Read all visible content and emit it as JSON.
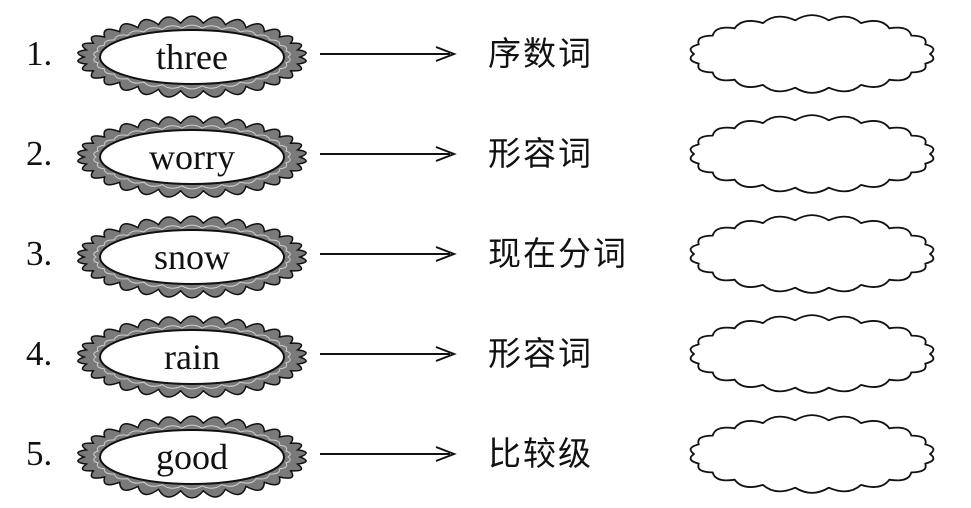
{
  "exercises": [
    {
      "number": "1.",
      "word": "three",
      "hint": "序数词",
      "answer": ""
    },
    {
      "number": "2.",
      "word": "worry",
      "hint": "形容词",
      "answer": ""
    },
    {
      "number": "3.",
      "word": "snow",
      "hint": "现在分词",
      "answer": ""
    },
    {
      "number": "4.",
      "word": "rain",
      "hint": "形容词",
      "answer": ""
    },
    {
      "number": "5.",
      "word": "good",
      "hint": "比较级",
      "answer": ""
    }
  ],
  "colors": {
    "ink": "#111111",
    "petal_fill": "#7a7a7a",
    "background": "#ffffff"
  }
}
